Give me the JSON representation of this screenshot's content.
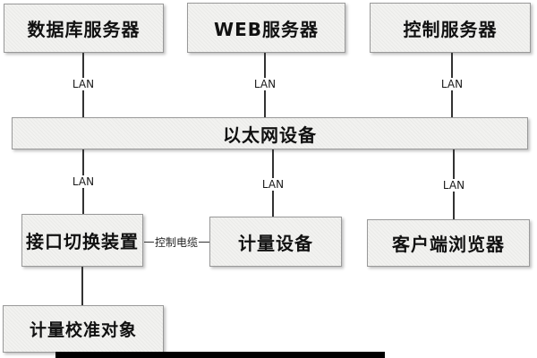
{
  "nodes": [
    {
      "name": "database-server",
      "label": "数据库服务器"
    },
    {
      "name": "web-server",
      "label": "WEB服务器"
    },
    {
      "name": "control-server",
      "label": "控制服务器"
    },
    {
      "name": "ethernet-device",
      "label": "以太网设备"
    },
    {
      "name": "interface-switching-device",
      "label": "接口切换装置"
    },
    {
      "name": "metering-device",
      "label": "计量设备"
    },
    {
      "name": "client-browser",
      "label": "客户端浏览器"
    },
    {
      "name": "metering-calibration-object",
      "label": "计量校准对象"
    }
  ],
  "edge_labels": {
    "lan": "LAN",
    "control_cable": "控制电缆"
  },
  "edges": [
    {
      "from": "database-server",
      "to": "ethernet-device",
      "label": "LAN"
    },
    {
      "from": "web-server",
      "to": "ethernet-device",
      "label": "LAN"
    },
    {
      "from": "control-server",
      "to": "ethernet-device",
      "label": "LAN"
    },
    {
      "from": "ethernet-device",
      "to": "interface-switching-device",
      "label": "LAN"
    },
    {
      "from": "ethernet-device",
      "to": "metering-device",
      "label": "LAN"
    },
    {
      "from": "ethernet-device",
      "to": "client-browser",
      "label": "LAN"
    },
    {
      "from": "interface-switching-device",
      "to": "metering-device",
      "label": "控制电缆"
    },
    {
      "from": "interface-switching-device",
      "to": "metering-calibration-object",
      "label": ""
    }
  ],
  "colors": {
    "box_fill": "#f2f2f0",
    "box_border": "#999999",
    "line": "#333333",
    "text": "#111111",
    "bottom_bar": "#000000"
  }
}
